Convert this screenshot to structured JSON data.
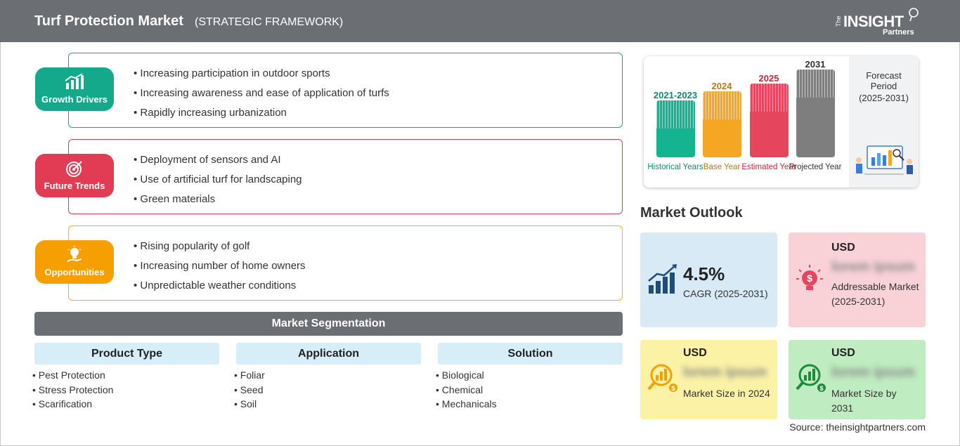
{
  "header": {
    "title": "Turf Protection Market",
    "subtitle": "(STRATEGIC FRAMEWORK)",
    "logo": {
      "the": "The",
      "insight": "INSIGHT",
      "partners": "Partners"
    }
  },
  "framework": [
    {
      "label": "Growth Drivers",
      "color": "#13a98a",
      "icon": "bar-chart-growth-icon",
      "items": [
        "Increasing participation in outdoor sports",
        "Increasing awareness and ease of application of turfs",
        "Rapidly increasing urbanization"
      ]
    },
    {
      "label": "Future Trends",
      "color": "#e23c54",
      "icon": "target-icon",
      "items": [
        "Deployment of sensors and AI",
        "Use of artificial turf for landscaping",
        "Green materials"
      ]
    },
    {
      "label": "Opportunities",
      "color": "#f5a000",
      "icon": "lightbulb-hand-icon",
      "items": [
        "Rising popularity of golf",
        "Increasing number of home owners",
        "Unpredictable weather conditions"
      ]
    }
  ],
  "segmentation": {
    "title": "Market Segmentation",
    "columns": [
      {
        "header": "Product Type",
        "items": [
          "Pest Protection",
          "Stress Protection",
          "Scarification"
        ]
      },
      {
        "header": "Application",
        "items": [
          "Foliar",
          "Seed",
          "Soil"
        ]
      },
      {
        "header": "Solution",
        "items": [
          "Biological",
          "Chemical",
          "Mechanicals"
        ]
      }
    ]
  },
  "timeline": {
    "bars": [
      {
        "year": "2021-2023",
        "label": "Historical Years",
        "color": "#13b48f",
        "year_color": "#0f8a6e",
        "icon": "history-icon"
      },
      {
        "year": "2024",
        "label": "Base Year",
        "color": "#f5a623",
        "year_color": "#b7781a",
        "icon": "calendar-icon"
      },
      {
        "year": "2025",
        "label": "Estimated Year",
        "color": "#e5465e",
        "year_color": "#c4263c",
        "icon": "gears-chart-icon"
      },
      {
        "year": "2031",
        "label": "Projected Year",
        "color": "#7e7e7e",
        "year_color": "#333333",
        "icon": "presentation-icon"
      }
    ],
    "forecast": {
      "line1": "Forecast",
      "line2": "Period",
      "line3": "(2025-2031)"
    }
  },
  "outlook": {
    "title": "Market Outlook",
    "cagr": {
      "value": "4.5%",
      "label": "CAGR (2025-2031)",
      "bg": "#d7eaf6"
    },
    "addressable": {
      "usd": "USD",
      "value": "lorem ipsum",
      "label": "Addressable Market (2025-2031)",
      "bg": "#f9d2d8"
    },
    "size2024": {
      "usd": "USD",
      "value": "lorem ipsum",
      "label": "Market Size in 2024",
      "bg": "#fbf2a6"
    },
    "size2031": {
      "usd": "USD",
      "value": "lorem ipsum",
      "label": "Market Size by 2031",
      "bg": "#bfecc0"
    }
  },
  "source": "Source: theinsightpartners.com"
}
